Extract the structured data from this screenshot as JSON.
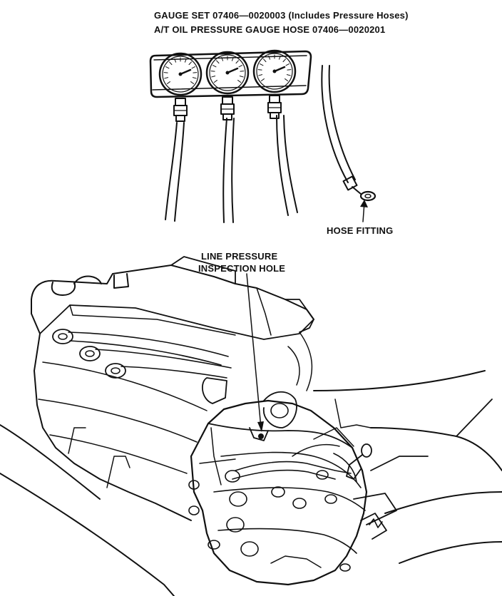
{
  "diagram": {
    "header": {
      "line1": "GAUGE SET 07406—0020003 (Includes Pressure Hoses)",
      "line2": "A/T OIL PRESSURE GAUGE HOSE 07406—0020201"
    },
    "labels": {
      "hose_fitting": "HOSE FITTING",
      "line_pressure_1": "LINE PRESSURE",
      "line_pressure_2": "INSPECTION HOLE"
    },
    "gauge_count": 3,
    "icons": [
      "pressure-gauge-icon",
      "hose-fitting-icon",
      "engine-block-icon",
      "transmission-case-icon"
    ],
    "colors": {
      "ink": "#111111",
      "paper": "#ffffff"
    }
  }
}
